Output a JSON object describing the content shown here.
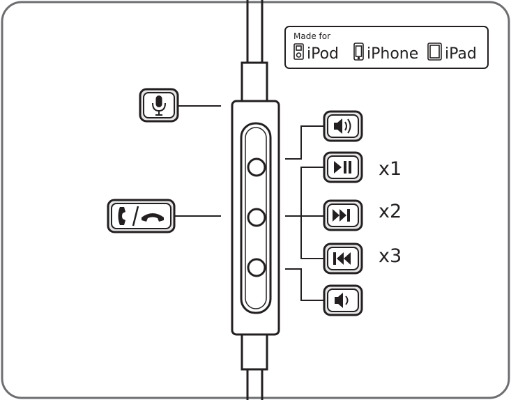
{
  "badge": {
    "made_for": "Made for",
    "devices": [
      "iPod",
      "iPhone",
      "iPad"
    ]
  },
  "left_controls": [
    {
      "icon": "microphone-icon"
    },
    {
      "icon": "call-answer-end-icon"
    }
  ],
  "right_controls": [
    {
      "icon": "volume-up-icon",
      "count": ""
    },
    {
      "icon": "play-pause-icon",
      "count": "x1"
    },
    {
      "icon": "next-track-icon",
      "count": "x2"
    },
    {
      "icon": "previous-track-icon",
      "count": "x3"
    },
    {
      "icon": "volume-down-icon",
      "count": ""
    }
  ],
  "colors": {
    "line": "#231f20",
    "frame": "#6d6e71",
    "shading": "#e6e6e6",
    "background": "#ffffff"
  }
}
